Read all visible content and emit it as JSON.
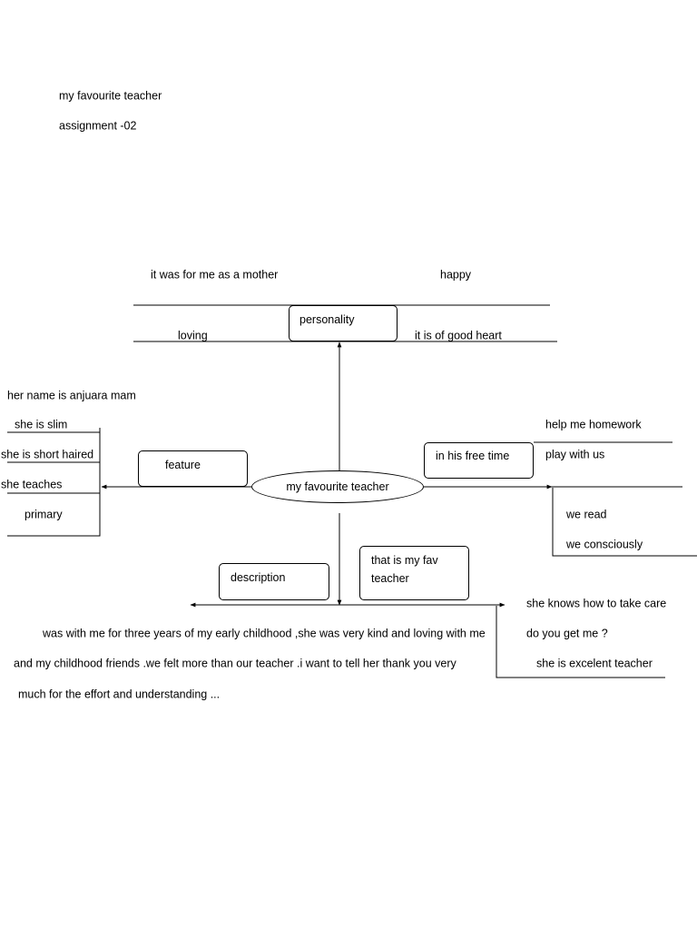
{
  "header": {
    "title": "my favourite teacher",
    "subtitle": "assignment -02"
  },
  "center": {
    "label": "my favourite teacher"
  },
  "personality": {
    "label": "personality",
    "items": [
      "it was for me as a mother",
      "happy",
      "loving",
      "it is of good heart"
    ]
  },
  "feature": {
    "label": "feature",
    "items": [
      "her name is anjuara mam",
      "she is slim",
      "she is short haired",
      "she teaches",
      "primary"
    ]
  },
  "free_time": {
    "label": "in his free time",
    "items": [
      "help me homework",
      "play with us",
      "we read",
      "we consciously"
    ]
  },
  "description": {
    "label": "description",
    "text_lines": [
      "was with me for three years of my early childhood ,she was very kind  and loving with me",
      "and my childhood friends .we felt more than our teacher .i  want to tell her thank you very",
      "much for the effort and understanding ..."
    ]
  },
  "fav": {
    "label_line1": "that is my fav",
    "label_line2": "teacher",
    "items": [
      "she knows how to take care",
      "do you get me ?",
      "she is excelent teacher"
    ]
  }
}
